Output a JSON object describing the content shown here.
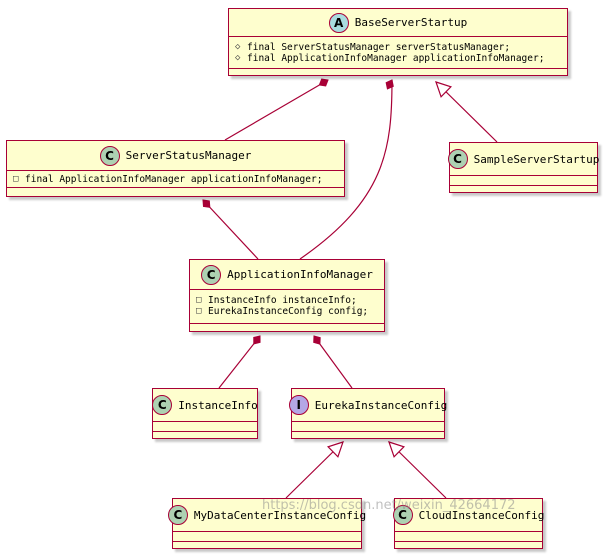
{
  "theme": {
    "box_fill": "#fefece",
    "border": "#a80036",
    "abstract_badge": "#a9dcdf",
    "class_badge": "#add1b2",
    "interface_badge": "#b4a7e5",
    "edge": "#a80036"
  },
  "classes": {
    "base": {
      "name": "BaseServerStartup",
      "stereotype": "A",
      "badge_icon": "abstract-class-icon",
      "fields": [
        {
          "visibility": "◇",
          "text": "final ServerStatusManager serverStatusManager;"
        },
        {
          "visibility": "◇",
          "text": "final ApplicationInfoManager applicationInfoManager;"
        }
      ]
    },
    "server_status": {
      "name": "ServerStatusManager",
      "stereotype": "C",
      "badge_icon": "class-icon",
      "fields": [
        {
          "visibility": "□",
          "text": "final ApplicationInfoManager applicationInfoManager;"
        }
      ]
    },
    "sample": {
      "name": "SampleServerStartup",
      "stereotype": "C",
      "badge_icon": "class-icon",
      "fields": []
    },
    "app_info": {
      "name": "ApplicationInfoManager",
      "stereotype": "C",
      "badge_icon": "class-icon",
      "fields": [
        {
          "visibility": "□",
          "text": "InstanceInfo instanceInfo;"
        },
        {
          "visibility": "□",
          "text": "EurekaInstanceConfig config;"
        }
      ]
    },
    "instance_info": {
      "name": "InstanceInfo",
      "stereotype": "C",
      "badge_icon": "class-icon",
      "fields": []
    },
    "eureka_config": {
      "name": "EurekaInstanceConfig",
      "stereotype": "I",
      "badge_icon": "interface-icon",
      "fields": []
    },
    "mydc_config": {
      "name": "MyDataCenterInstanceConfig",
      "stereotype": "C",
      "badge_icon": "class-icon",
      "fields": []
    },
    "cloud_config": {
      "name": "CloudInstanceConfig",
      "stereotype": "C",
      "badge_icon": "class-icon",
      "fields": []
    }
  },
  "relations": [
    {
      "from": "base",
      "to": "server_status",
      "kind": "composition"
    },
    {
      "from": "base",
      "to": "app_info",
      "kind": "composition"
    },
    {
      "from": "sample",
      "to": "base",
      "kind": "inheritance"
    },
    {
      "from": "server_status",
      "to": "app_info",
      "kind": "composition"
    },
    {
      "from": "app_info",
      "to": "instance_info",
      "kind": "composition"
    },
    {
      "from": "app_info",
      "to": "eureka_config",
      "kind": "composition"
    },
    {
      "from": "mydc_config",
      "to": "eureka_config",
      "kind": "inheritance"
    },
    {
      "from": "cloud_config",
      "to": "eureka_config",
      "kind": "inheritance"
    }
  ],
  "watermark": "https://blog.csdn.net/weixin_42664172"
}
